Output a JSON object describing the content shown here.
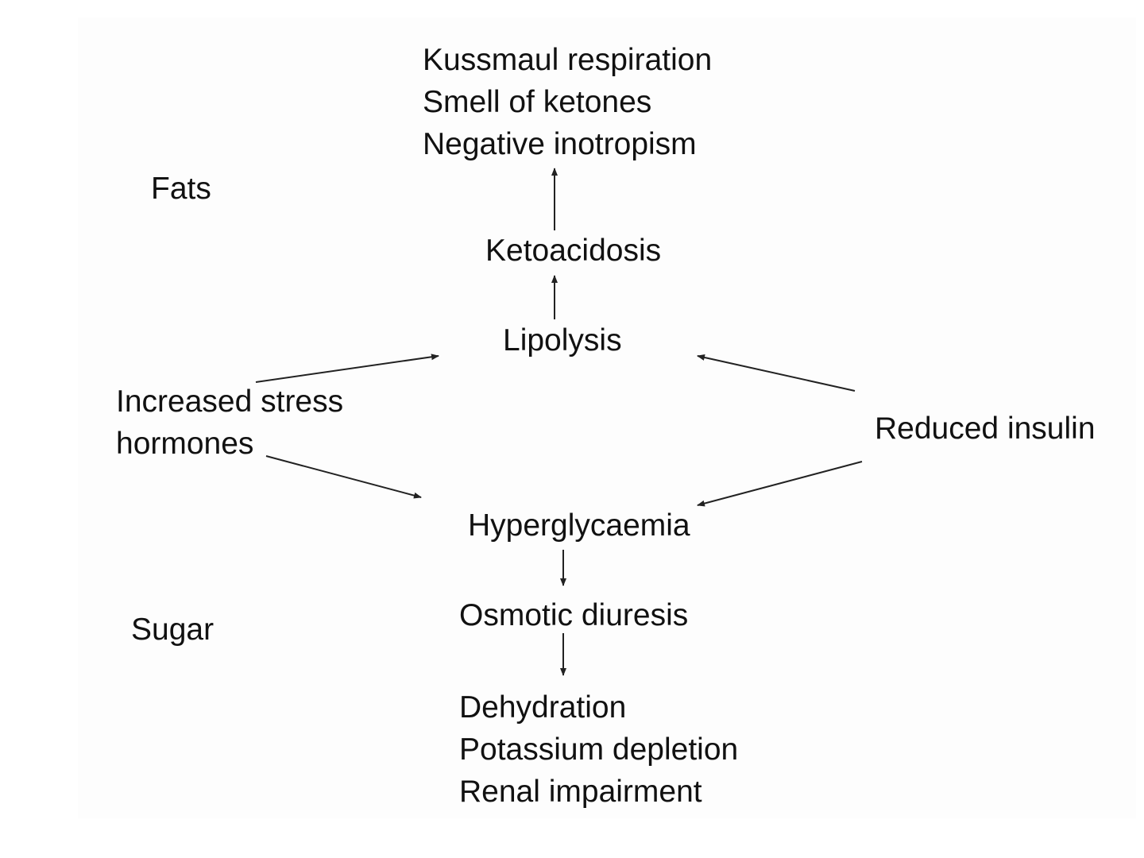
{
  "diagram": {
    "fats_label": "Fats",
    "sugar_label": "Sugar",
    "symptoms_top": [
      "Kussmaul respiration",
      "Smell of ketones",
      "Negative inotropism"
    ],
    "ketoacidosis": "Ketoacidosis",
    "lipolysis": "Lipolysis",
    "stress_hormones": [
      "Increased stress",
      "hormones"
    ],
    "reduced_insulin": "Reduced insulin",
    "hyperglycaemia": "Hyperglycaemia",
    "osmotic_diuresis": "Osmotic diuresis",
    "symptoms_bottom": [
      "Dehydration",
      "Potassium depletion",
      "Renal impairment"
    ]
  },
  "colors": {
    "text": "#111111",
    "arrow": "#222222",
    "background": "#fdfdfd"
  }
}
